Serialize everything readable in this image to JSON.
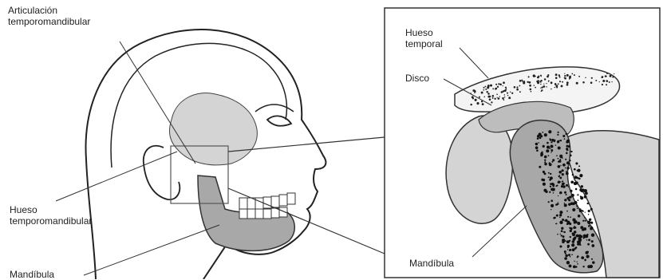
{
  "labels": {
    "tmj_line1": "Articulación",
    "tmj_line2": "temporomandibular",
    "hueso_tm_line1": "Hueso",
    "hueso_tm_line2": "temporomandibular",
    "mandibula_left": "Mandíbula",
    "hueso_temporal_line1": "Hueso",
    "hueso_temporal_line2": "temporal",
    "disco": "Disco",
    "mandibula_right": "Mandíbula"
  },
  "colors": {
    "ink": "#222222",
    "gray_fill": "#a8a8a8",
    "light_gray": "#d4d4d4",
    "panel_border": "#333333"
  }
}
